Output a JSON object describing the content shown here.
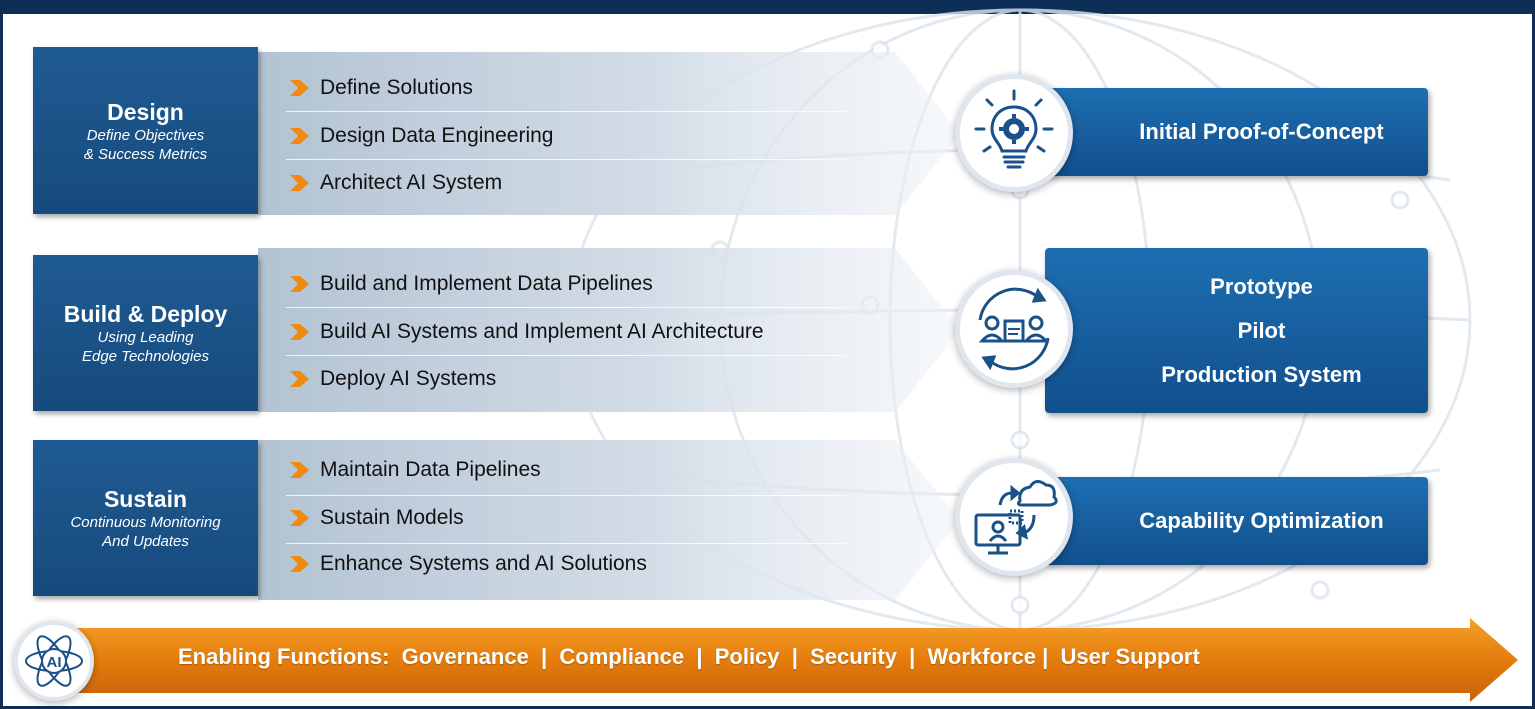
{
  "phases": [
    {
      "title": "Design",
      "subtitle_lines": [
        "Define Objectives",
        "& Success Metrics"
      ],
      "steps": [
        "Define Solutions",
        "Design Data Engineering",
        "Architect AI System"
      ],
      "outcome_lines": [
        "Initial Proof-of-Concept"
      ],
      "icon": "lightbulb-gear-icon"
    },
    {
      "title": "Build & Deploy",
      "subtitle_lines": [
        "Using Leading",
        "Edge Technologies"
      ],
      "steps": [
        "Build and Implement Data Pipelines",
        "Build AI Systems and Implement AI Architecture",
        "Deploy AI Systems"
      ],
      "outcome_lines": [
        "Prototype",
        "Pilot",
        "Production System"
      ],
      "icon": "team-cycle-icon"
    },
    {
      "title": "Sustain",
      "subtitle_lines": [
        "Continuous Monitoring",
        "And Updates"
      ],
      "steps": [
        "Maintain Data Pipelines",
        "Sustain Models",
        "Enhance Systems and AI Solutions"
      ],
      "outcome_lines": [
        "Capability Optimization"
      ],
      "icon": "cloud-monitor-icon"
    }
  ],
  "enabling": {
    "text": "Enabling Functions:  Governance  |  Compliance  |  Policy  |  Security  |  Workforce |  User Support",
    "badge": "AI",
    "icon": "ai-atom-icon"
  },
  "colors": {
    "frame": "#0d2f57",
    "phase_box": "#1a5189",
    "outcome_box": "#155a9b",
    "chevron": "#ef8a12",
    "enabling_arrow": "#e8820e"
  }
}
